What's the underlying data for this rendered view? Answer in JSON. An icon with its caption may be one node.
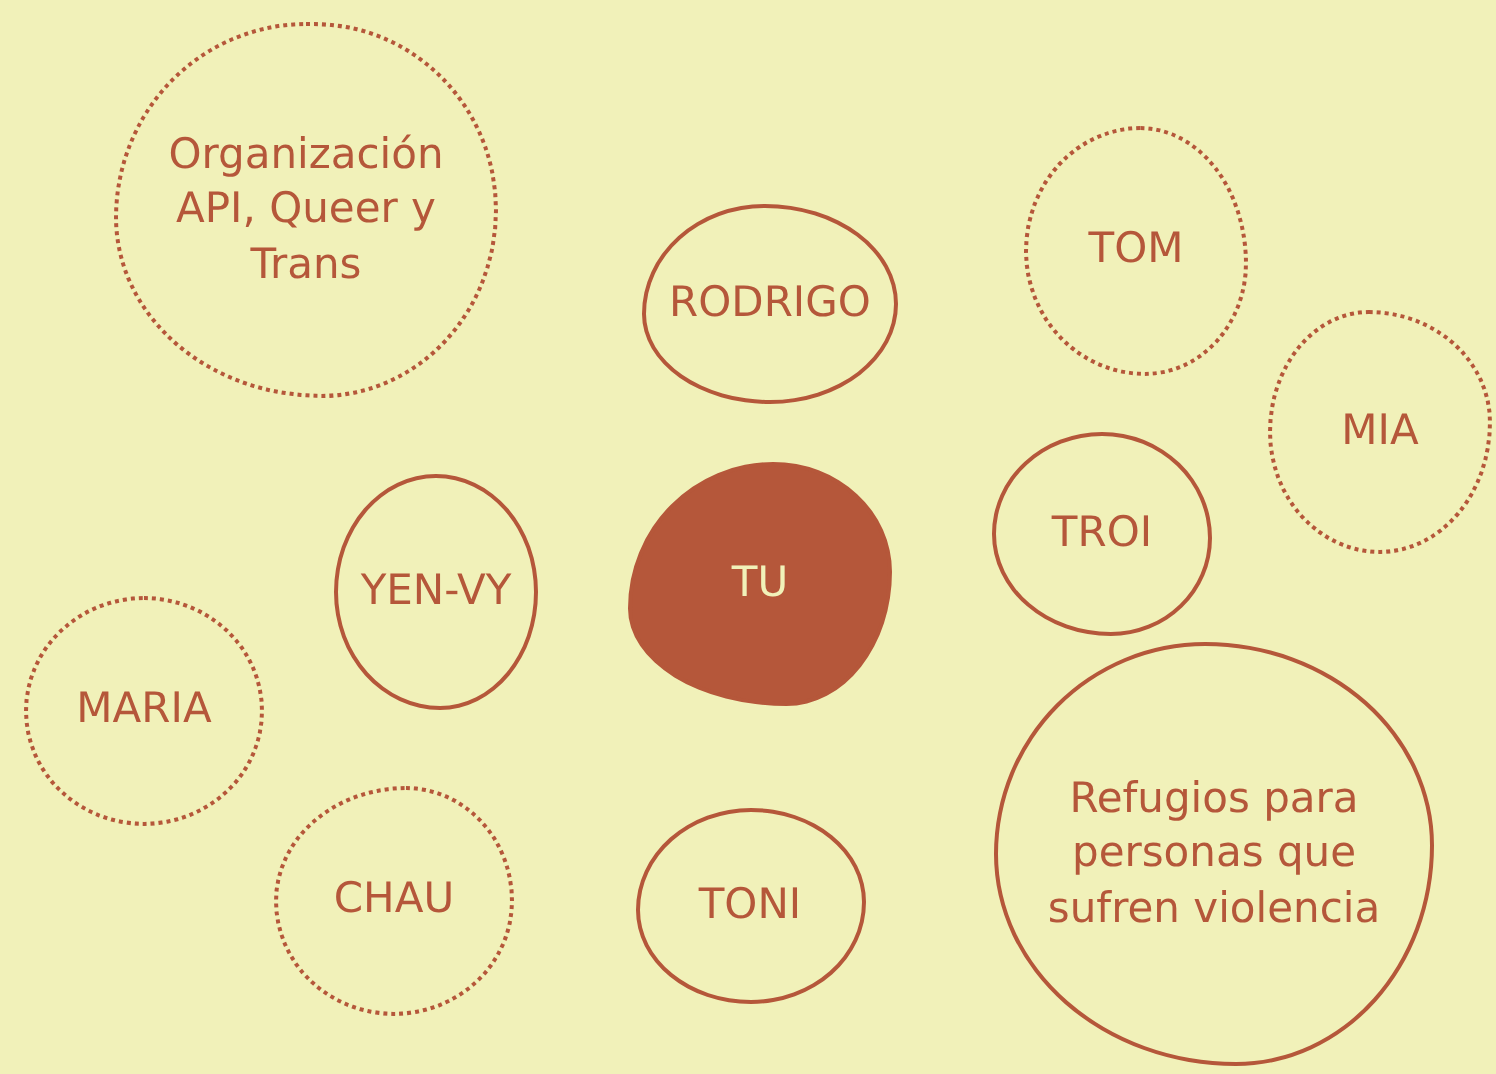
{
  "diagram": {
    "nodes": [
      {
        "text": [
          "Organización API, Queer y Trans"
        ]
      },
      {
        "text": [
          "RODRIGO"
        ]
      },
      {
        "text": [
          "TOM"
        ]
      },
      {
        "text": [
          "MIA"
        ]
      },
      {
        "text": [
          "TROI"
        ]
      },
      {
        "text": [
          "TU"
        ]
      },
      {
        "text": [
          "YEN-VY"
        ]
      },
      {
        "text": [
          "MARIA"
        ]
      },
      {
        "text": [
          "CHAU"
        ]
      },
      {
        "text": [
          "TONI"
        ]
      },
      {
        "text": [
          "Refugios para personas que sufren violencia"
        ]
      }
    ]
  }
}
